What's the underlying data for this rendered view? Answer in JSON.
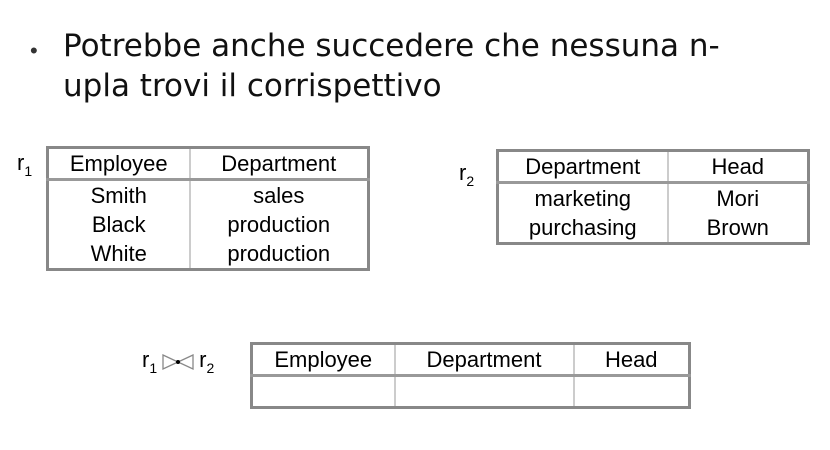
{
  "slide": {
    "bullet_text_line1": "Potrebbe anche succedere che nessuna n-",
    "bullet_text_line2": "upla trovi il corrispettivo"
  },
  "r1": {
    "name": "r",
    "sub": "1",
    "columns": [
      "Employee",
      "Department"
    ],
    "rows": [
      [
        "Smith",
        "sales"
      ],
      [
        "Black",
        "production"
      ],
      [
        "White",
        "production"
      ]
    ]
  },
  "r2": {
    "name": "r",
    "sub": "2",
    "columns": [
      "Department",
      "Head"
    ],
    "rows": [
      [
        "marketing",
        "Mori"
      ],
      [
        "purchasing",
        "Brown"
      ]
    ]
  },
  "join": {
    "left": "r",
    "left_sub": "1",
    "right": "r",
    "right_sub": "2",
    "operator_icon": "natural-join-icon",
    "columns": [
      "Employee",
      "Department",
      "Head"
    ],
    "rows": [
      [
        "",
        "",
        ""
      ]
    ]
  }
}
